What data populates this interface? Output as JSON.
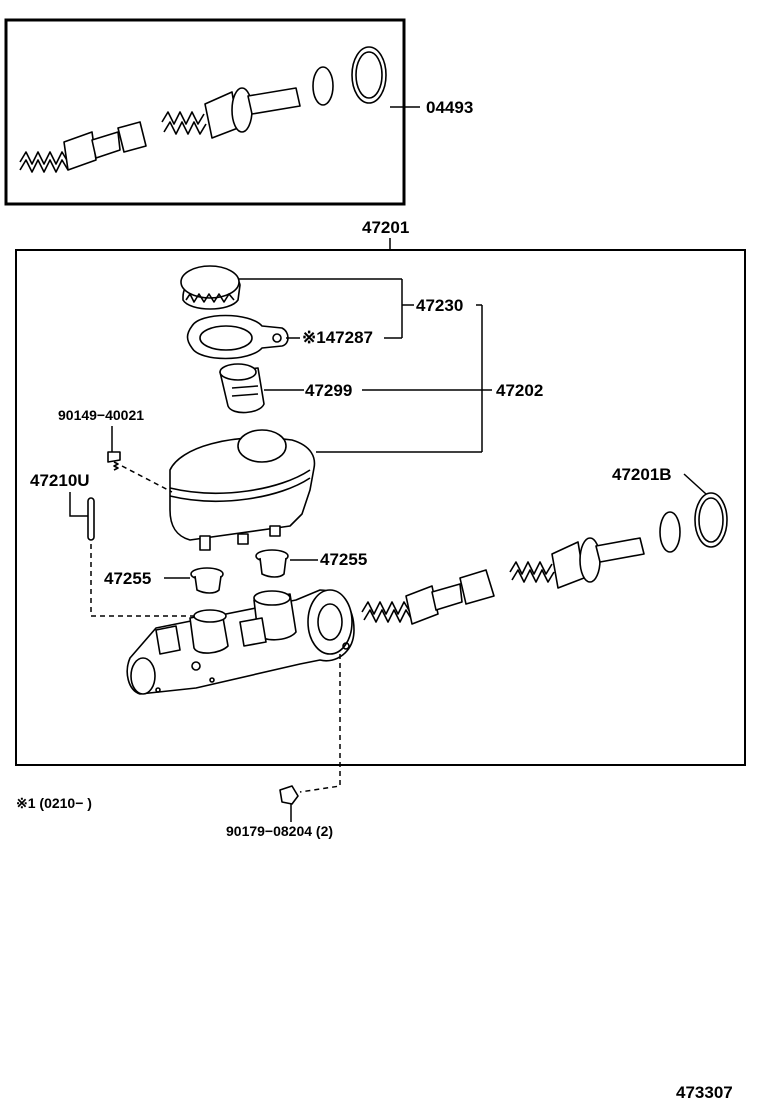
{
  "labels": {
    "kit": "04493",
    "master_assy": "47201",
    "cap_group": "47230",
    "gasket": "※147287",
    "strainer": "47299",
    "reservoir": "47202",
    "screw": "90149−40021",
    "pin": "47210U",
    "grommet_left": "47255",
    "grommet_right": "47255",
    "piston_kit": "47201B",
    "note": "※1 (0210−         )",
    "nut": "90179−08204 (2)",
    "figure_number": "473307"
  },
  "colors": {
    "line": "#000000",
    "background": "#ffffff"
  }
}
